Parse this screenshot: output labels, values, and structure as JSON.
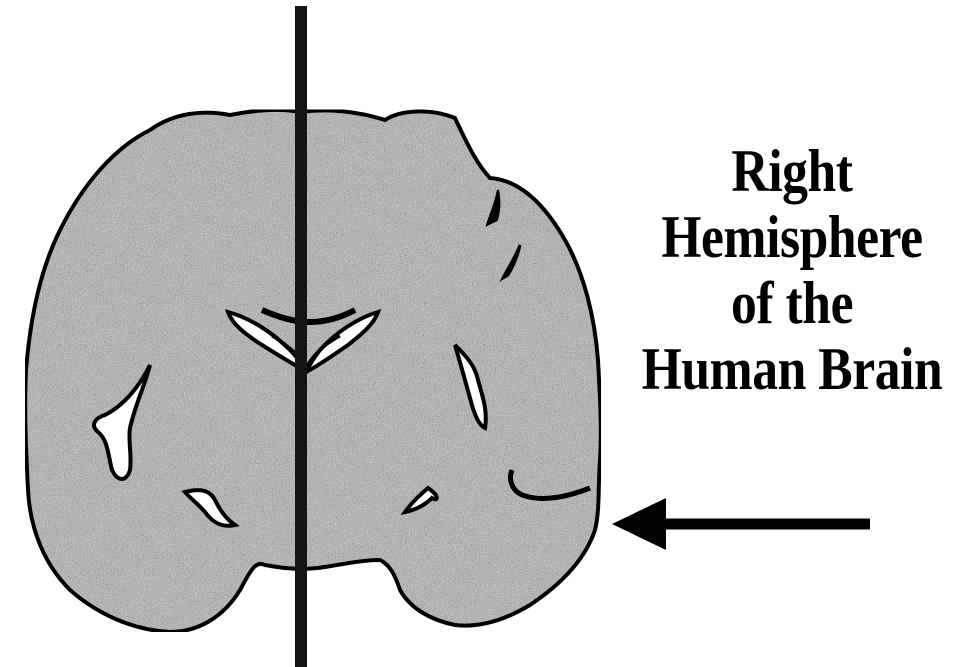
{
  "diagram": {
    "label_lines": [
      "Right",
      "Hemisphere",
      "of the",
      "Human Brain"
    ],
    "colors": {
      "background": "#ffffff",
      "brain_fill": "#c9c9c9",
      "outline": "#000000",
      "midline": "#141414",
      "arrow": "#000000"
    }
  }
}
